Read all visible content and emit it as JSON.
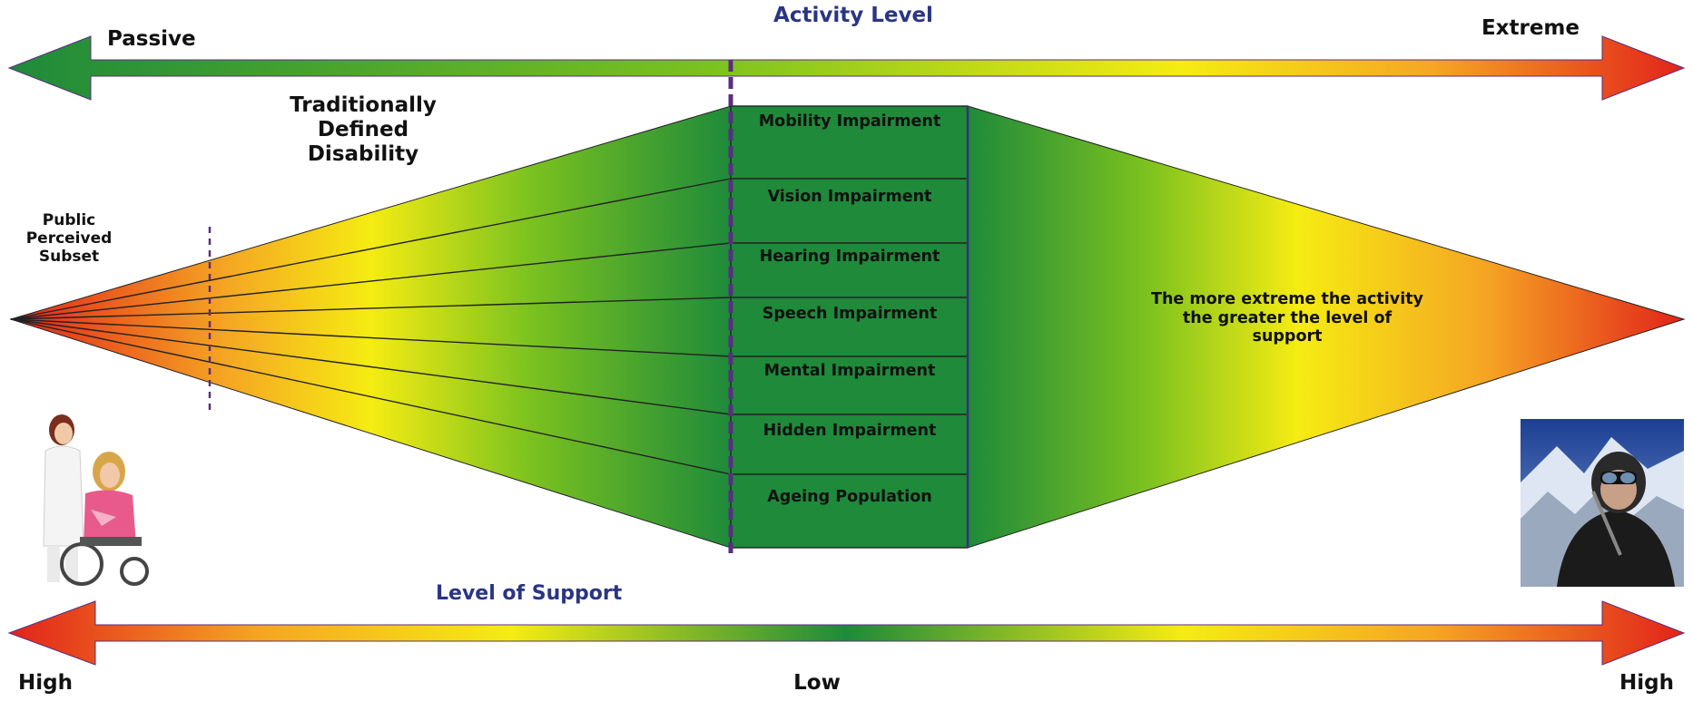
{
  "activity_axis": {
    "title": "Activity Level",
    "left_label": "Passive",
    "right_label": "Extreme"
  },
  "support_axis": {
    "title": "Level of Support",
    "left_label": "High",
    "center_label": "Low",
    "right_label": "High"
  },
  "diagram": {
    "left_title": "Traditionally Defined Disability",
    "public_subset_label": "Public Perceived Subset",
    "right_note": "The more extreme the activity the greater the level of support",
    "categories": [
      "Mobility Impairment",
      "Vision Impairment",
      "Hearing Impairment",
      "Speech Impairment",
      "Mental Impairment",
      "Hidden Impairment",
      "Ageing Population"
    ]
  },
  "colors": {
    "green": "#1e8a3a",
    "yellow": "#f5ec12",
    "orange": "#f5a623",
    "red": "#e2231a",
    "purple_dash": "#5a2d82",
    "axis_title_blue": "#2a3583"
  }
}
